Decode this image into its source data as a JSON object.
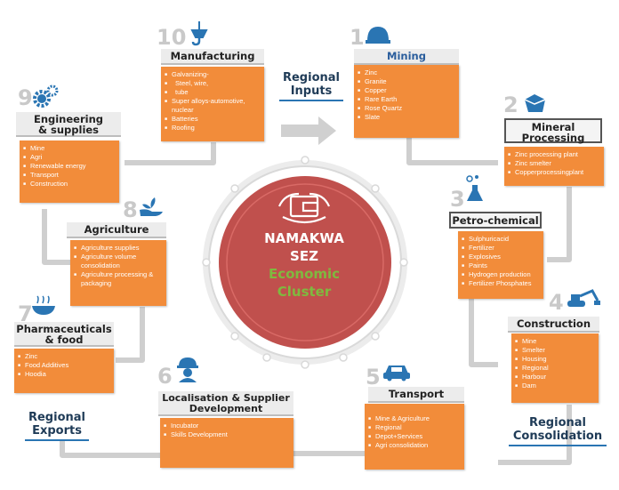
{
  "center": {
    "line1": "NAMAKWA",
    "line2": "SEZ",
    "line3": "Economic",
    "line4": "Cluster"
  },
  "labels": {
    "regional_inputs": [
      "Regional",
      "Inputs"
    ],
    "regional_exports": [
      "Regional",
      "Exports"
    ],
    "regional_consolidation": [
      "Regional",
      "Consolidation"
    ]
  },
  "nodes": {
    "mining": {
      "num": "1",
      "title": "Mining",
      "items": [
        "Zinc",
        "Granite",
        "Copper",
        "Rare Earth",
        "Rose Quartz",
        "Slate"
      ]
    },
    "mineral": {
      "num": "2",
      "title": [
        "Mineral",
        "Processing"
      ],
      "items": [
        "Zinc processing plant",
        "Zinc smelter",
        "Copperprocessingplant"
      ]
    },
    "petro": {
      "num": "3",
      "title": "Petro-chemical",
      "items": [
        "Sulphuricacid",
        "Fertilizer",
        "Explosives",
        "Paints",
        "Hydrogen production",
        "Fertilizer Phosphates"
      ]
    },
    "construction": {
      "num": "4",
      "title": "Construction",
      "items": [
        "Mine",
        "Smelter",
        "Housing",
        "Regional",
        "Harbour",
        "Dam"
      ]
    },
    "transport": {
      "num": "5",
      "title": "Transport",
      "items": [
        "Mine & Agriculture",
        "Regional",
        "Depot+Services",
        "Agri consolidation"
      ]
    },
    "localisation": {
      "num": "6",
      "title": [
        "Localisation & Supplier",
        "Development"
      ],
      "items": [
        "Incubator",
        "Skills Development"
      ]
    },
    "pharma": {
      "num": "7",
      "title": [
        "Pharmaceuticals",
        "& food"
      ],
      "items": [
        "Zinc",
        "Food Additives",
        "Hoodia"
      ]
    },
    "agriculture": {
      "num": "8",
      "title": "Agriculture",
      "items": [
        "Agriculture supplies",
        "Agriculture volume consolidation",
        "Agriculture processing & packaging"
      ]
    },
    "engineering": {
      "num": "9",
      "title": [
        "Engineering",
        "& supplies"
      ],
      "items": [
        "Mine",
        "Agri",
        "Renewable energy",
        "Transport",
        "Construction"
      ]
    },
    "manufacturing": {
      "num": "10",
      "title": "Manufacturing",
      "items": [
        "Galvanizing-",
        "Steel, wire,",
        "tube",
        "Super alloys-automotive, nuclear",
        "Batteries",
        "Roofing"
      ]
    }
  },
  "colors": {
    "orange": "#f28c3a",
    "red": "#c0504d",
    "ring": "#d9d9d9",
    "green": "#7fb93f",
    "blue": "#2a75b3"
  }
}
